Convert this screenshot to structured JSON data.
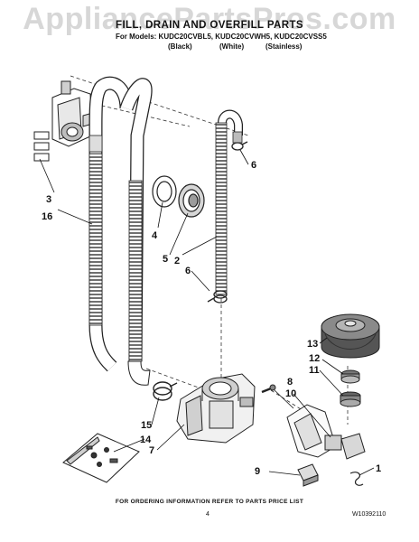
{
  "watermark": "AppliancePartsPros.com",
  "header": {
    "title": "FILL, DRAIN AND OVERFILL PARTS",
    "models": "For Models: KUDC20CVBL5, KUDC20CVWH5, KUDC20CVSS5",
    "colors": [
      "(Black)",
      "(White)",
      "(Stainless)"
    ]
  },
  "callouts": [
    "3",
    "16",
    "4",
    "5",
    "2",
    "6",
    "6",
    "13",
    "12",
    "11",
    "8",
    "10",
    "15",
    "14",
    "7",
    "9",
    "1"
  ],
  "footer": {
    "ordering_note": "FOR ORDERING INFORMATION REFER TO PARTS PRICE LIST",
    "page_number": "4",
    "document_number": "W10392110"
  }
}
